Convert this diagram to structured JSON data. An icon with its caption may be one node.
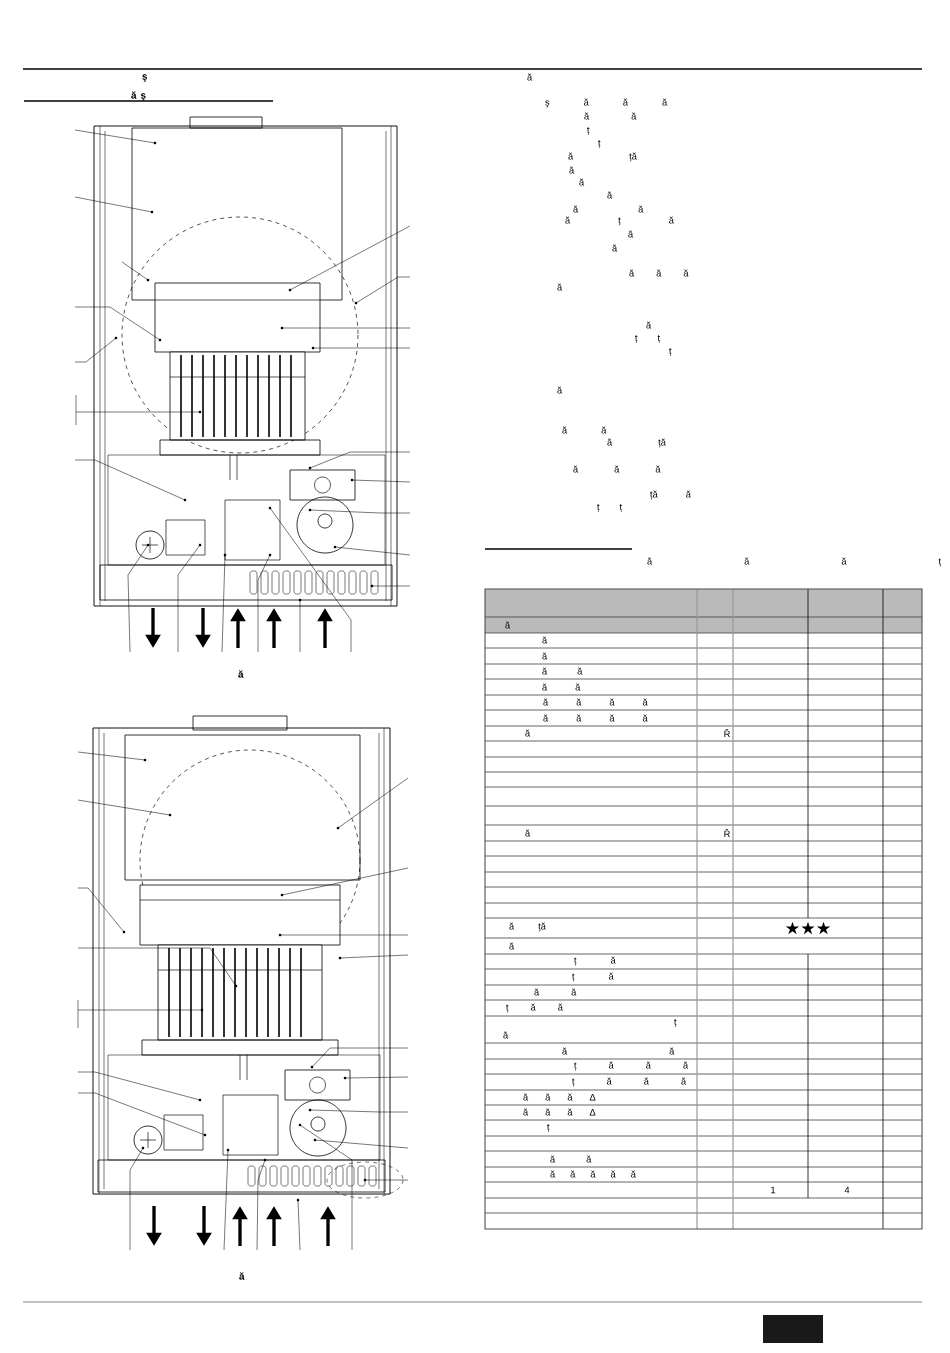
{
  "diagram": {
    "labels": [
      "ş",
      "ă ş",
      "ă",
      "ă",
      "ă",
      "ş ă ă ă",
      "ă ă",
      "ț",
      "ț",
      "ă ță",
      "ă",
      "ă",
      "ă",
      "ă ă",
      "ă ț ă",
      "ă",
      "ă",
      "ă ă ă",
      "ă",
      "ă",
      "ț ț",
      "ț",
      "ă",
      "ă ă",
      "ă ță",
      "ă ă ă",
      "ță ă",
      "ț ț",
      "ă ă ă ț",
      "ă",
      "ă",
      "ă",
      "ă ă",
      "ă ă",
      "ă ă ă ă",
      "ă ă ă ă",
      "ă",
      "Ř",
      "ă",
      "Ř",
      "ă ță",
      "★★★",
      "ă",
      "ț ă",
      "ț ă",
      "ă ă",
      "ț ă ă",
      "ț",
      "ă",
      "ă ă",
      "ț ă ă ă",
      "ț ă ă ă",
      "ă ă ă Δ",
      "ă ă ă Δ",
      "ț",
      "ă ă",
      "ă ă ă ă ă",
      "1",
      "4"
    ]
  }
}
